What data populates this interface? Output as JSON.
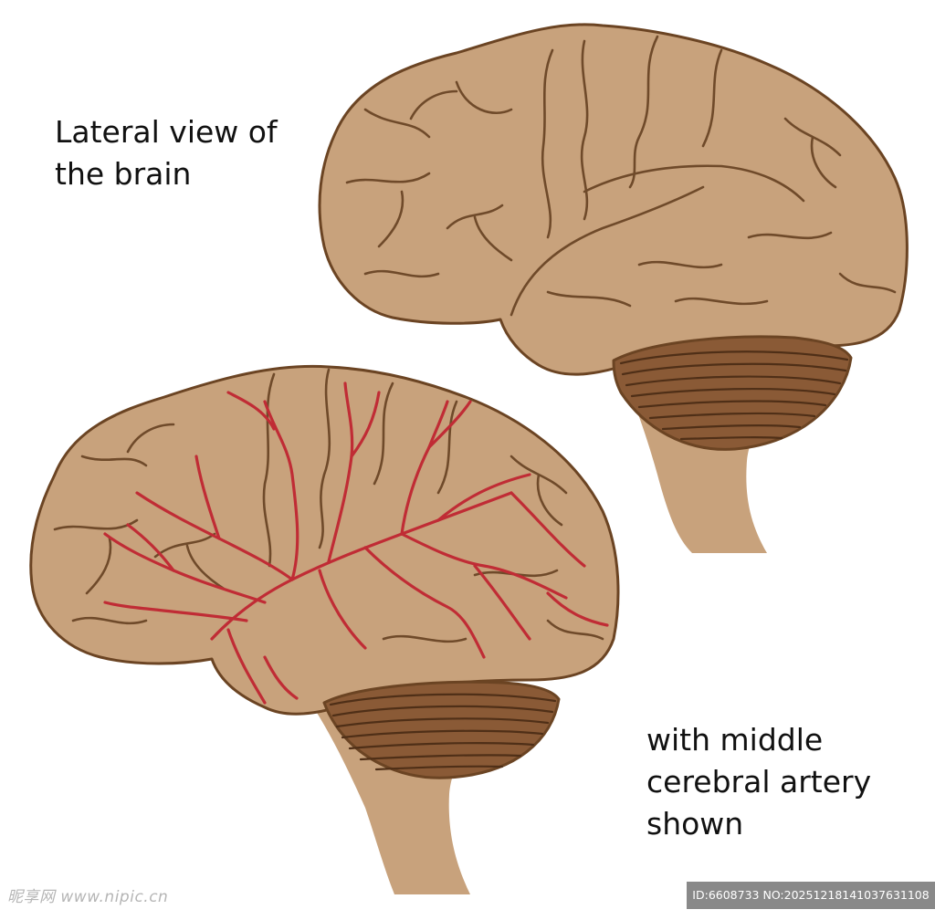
{
  "labels": {
    "top_caption": [
      "Lateral view of",
      "the brain"
    ],
    "bottom_caption": [
      "with middle",
      "cerebral artery",
      "shown"
    ]
  },
  "watermark": {
    "left": "昵享网 www.nipic.cn",
    "right": "ID:6608733 NO:20251218141037631108"
  },
  "colors": {
    "brain_fill": "#c8a27c",
    "brain_outline": "#6b4423",
    "sulci": "#6f4a2a",
    "cerebellum_fill": "#8a5a36",
    "cerebellum_lines": "#4f2f17",
    "artery": "#c02c35",
    "background": "#ffffff"
  }
}
